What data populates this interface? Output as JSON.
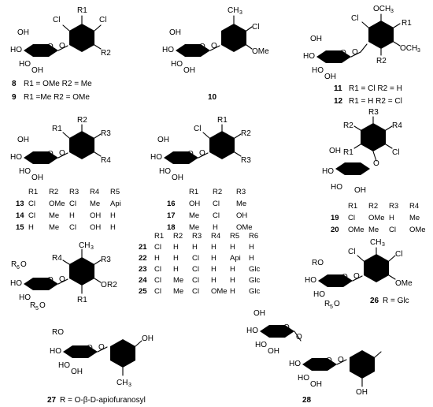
{
  "atoms": {
    "cl": "Cl",
    "ho": "HO",
    "oh": "OH",
    "o": "O",
    "ch3": "CH",
    "three": "3",
    "och3": "OCH",
    "ome": "OMe",
    "ro": "RO",
    "r6o": "R",
    "six": "6",
    "r5o": "R",
    "five": "5",
    "r1": "R1",
    "r2": "R2",
    "r3": "R3",
    "r4": "R4"
  },
  "labels": {
    "c8": "8",
    "c8_text": "R1 = OMe   R2 = Me",
    "c9": "9",
    "c9_text": "R1 =Me     R2 = OMe",
    "c10": "10",
    "c11": "11",
    "c11_text": "R1 = Cl   R2 = H",
    "c12": "12",
    "c12_text": "R1 = H    R2 = Cl",
    "c26": "26",
    "c26_text": "R = Glc",
    "c27": "27",
    "c27_text": "R = O-β-D-apiofuranosyl",
    "c28": "28"
  },
  "tables": {
    "t13": {
      "headers": [
        "R1",
        "R2",
        "R3",
        "R4",
        "R5"
      ],
      "rows": [
        {
          "id": "13",
          "cells": [
            "Cl",
            "OMe",
            "Cl",
            "Me",
            "Api"
          ]
        },
        {
          "id": "14",
          "cells": [
            "Cl",
            "Me",
            "H",
            "OH",
            "H"
          ]
        },
        {
          "id": "15",
          "cells": [
            "H",
            "Me",
            "Cl",
            "OH",
            "H"
          ]
        }
      ]
    },
    "t16": {
      "headers": [
        "R1",
        "R2",
        "R3"
      ],
      "rows": [
        {
          "id": "16",
          "cells": [
            "OH",
            "Cl",
            "Me"
          ]
        },
        {
          "id": "17",
          "cells": [
            "Me",
            "Cl",
            "OH"
          ]
        },
        {
          "id": "18",
          "cells": [
            "Me",
            "H",
            "OMe"
          ]
        }
      ]
    },
    "t19": {
      "headers": [
        "R1",
        "R2",
        "R3",
        "R4"
      ],
      "rows": [
        {
          "id": "19",
          "cells": [
            "Cl",
            "OMe",
            "H",
            "Me"
          ]
        },
        {
          "id": "20",
          "cells": [
            "OMe",
            "Me",
            "Cl",
            "OMe"
          ]
        }
      ]
    },
    "t21": {
      "headers": [
        "R1",
        "R2",
        "R3",
        "R4",
        "R5",
        "R6"
      ],
      "rows": [
        {
          "id": "21",
          "cells": [
            "Cl",
            "H",
            "H",
            "H",
            "H",
            "H"
          ]
        },
        {
          "id": "22",
          "cells": [
            "H",
            "H",
            "Cl",
            "H",
            "Api",
            "H"
          ]
        },
        {
          "id": "23",
          "cells": [
            "Cl",
            "H",
            "Cl",
            "H",
            "H",
            "Glc"
          ]
        },
        {
          "id": "24",
          "cells": [
            "Cl",
            "Me",
            "Cl",
            "H",
            "H",
            "Glc"
          ]
        },
        {
          "id": "25",
          "cells": [
            "Cl",
            "Me",
            "Cl",
            "OMe",
            "H",
            "Glc"
          ]
        }
      ]
    }
  }
}
